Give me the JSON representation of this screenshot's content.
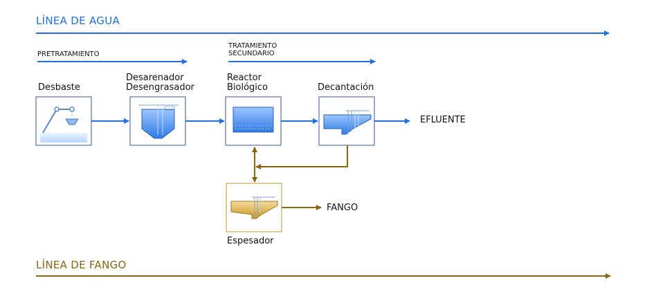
{
  "water_line": {
    "title": "LÍNEA DE AGUA",
    "color": "#1e6fe6"
  },
  "sludge_line": {
    "title": "LÍNEA DE FANGO",
    "color": "#8a6410"
  },
  "stages": {
    "pretreatment": "PRETRATAMIENTO",
    "secondary_line1": "TRATAMIENTO",
    "secondary_line2": "SECUNDARIO"
  },
  "units": {
    "screening": "Desbaste",
    "grit_line1": "Desarenador",
    "grit_line2": "Desengrasador",
    "reactor_line1": "Reactor",
    "reactor_line2": "Biológico",
    "clarifier": "Decantación",
    "thickener": "Espesador"
  },
  "outputs": {
    "effluent": "EFLUENTE",
    "sludge": "FANGO"
  },
  "icons": {
    "screening": "bar-screen-icon",
    "grit": "grit-chamber-icon",
    "reactor": "aeration-tank-icon",
    "clarifier": "clarifier-icon",
    "thickener": "thickener-icon"
  }
}
